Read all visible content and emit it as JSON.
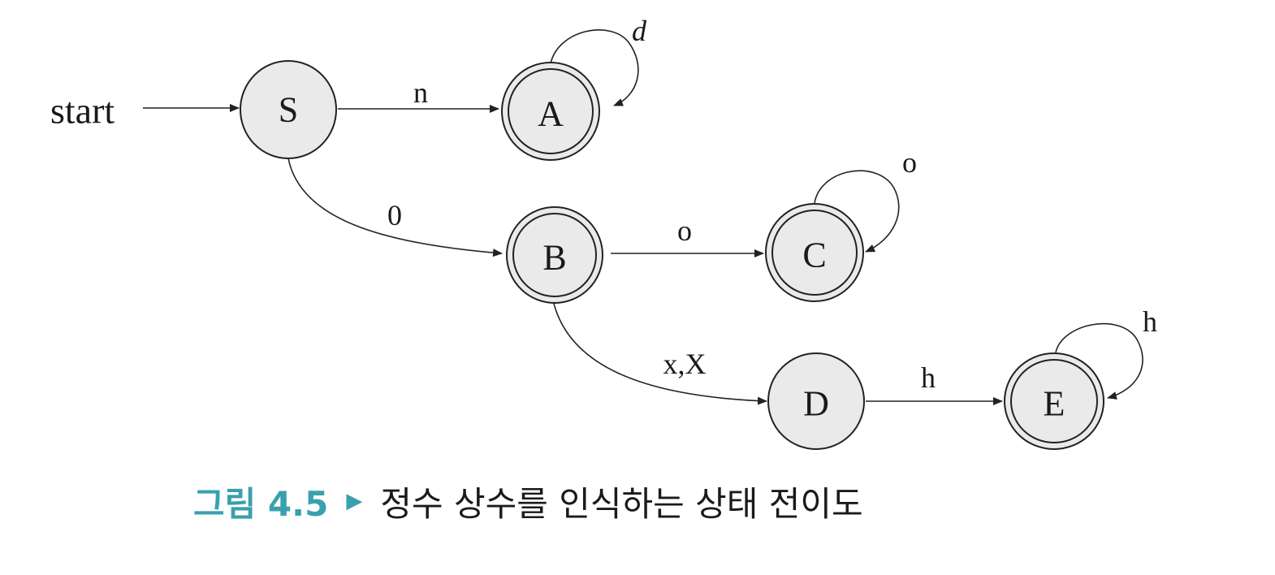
{
  "start_label": "start",
  "states": [
    {
      "id": "S",
      "label": "S",
      "accepting": false
    },
    {
      "id": "A",
      "label": "A",
      "accepting": true
    },
    {
      "id": "B",
      "label": "B",
      "accepting": true
    },
    {
      "id": "C",
      "label": "C",
      "accepting": true
    },
    {
      "id": "D",
      "label": "D",
      "accepting": false
    },
    {
      "id": "E",
      "label": "E",
      "accepting": true
    }
  ],
  "transitions": [
    {
      "from": "S",
      "to": "A",
      "label": "n"
    },
    {
      "from": "A",
      "to": "A",
      "label": "d"
    },
    {
      "from": "S",
      "to": "B",
      "label": "0"
    },
    {
      "from": "B",
      "to": "C",
      "label": "o"
    },
    {
      "from": "C",
      "to": "C",
      "label": "o"
    },
    {
      "from": "B",
      "to": "D",
      "label": "x,X"
    },
    {
      "from": "D",
      "to": "E",
      "label": "h"
    },
    {
      "from": "E",
      "to": "E",
      "label": "h"
    }
  ],
  "caption": {
    "figure": "그림 4.5",
    "arrow_icon": "right-triangle",
    "text": "정수 상수를 인식하는 상태 전이도",
    "accent_color": "#3aa0ae"
  }
}
